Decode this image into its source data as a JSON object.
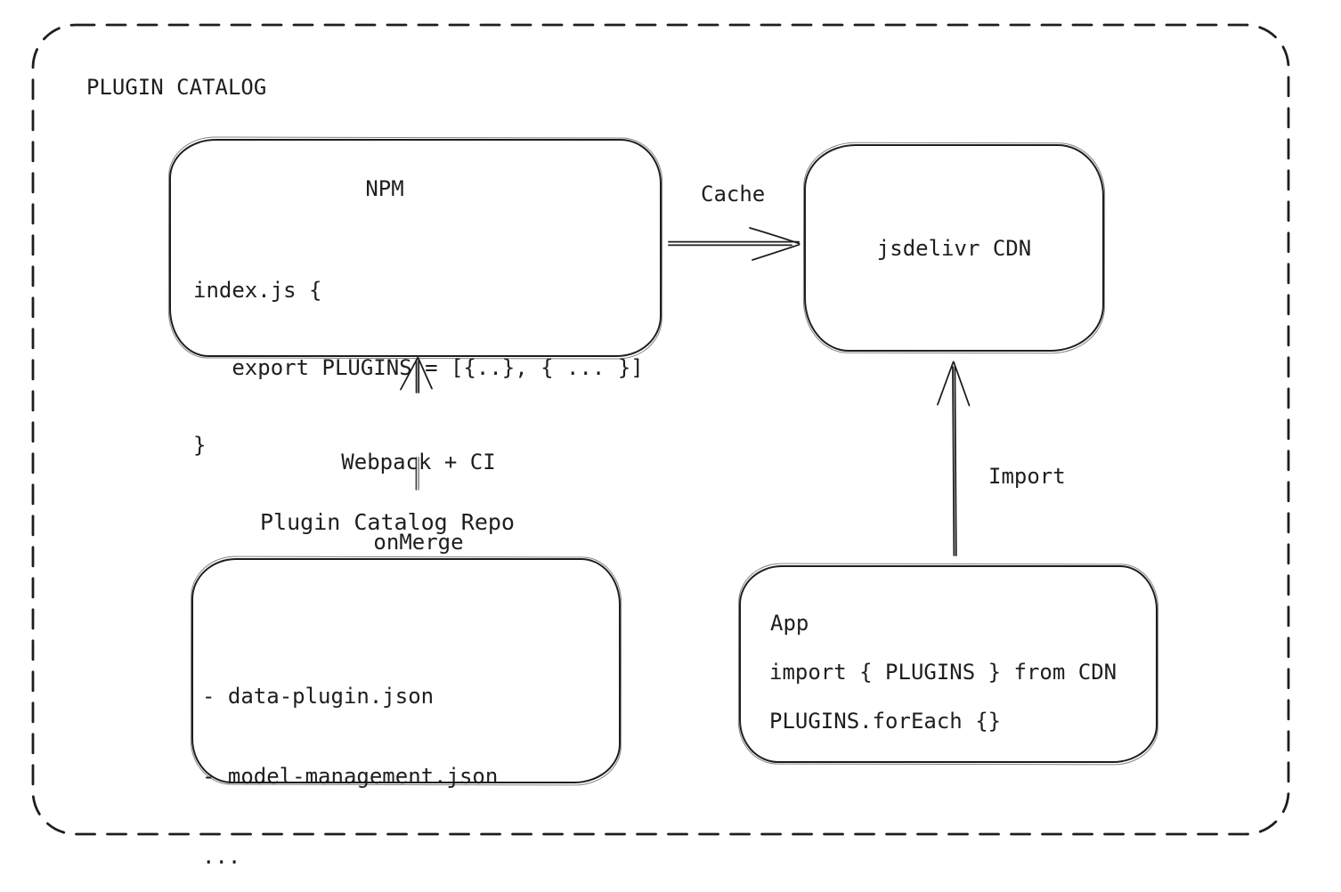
{
  "diagram": {
    "title": "PLUGIN CATALOG",
    "ink_color": "#1e1e1e",
    "background_color": "#ffffff",
    "nodes": {
      "npm": {
        "title": "NPM",
        "code_lines": [
          "index.js {",
          "   export PLUGINS = [{..}, { ... }]",
          "}"
        ]
      },
      "cdn": {
        "label": "jsdelivr CDN"
      },
      "repo": {
        "label": "Plugin Catalog Repo",
        "files": [
          "- data-plugin.json",
          "- model-management.json",
          "..."
        ]
      },
      "app": {
        "title": "App",
        "code_lines": [
          "import { PLUGINS } from CDN",
          "PLUGINS.forEach {}"
        ]
      }
    },
    "edges": {
      "cache": {
        "label": "Cache"
      },
      "build": {
        "label_line1": "Webpack + CI",
        "label_line2": "onMerge"
      },
      "import": {
        "label": "Import"
      }
    }
  }
}
